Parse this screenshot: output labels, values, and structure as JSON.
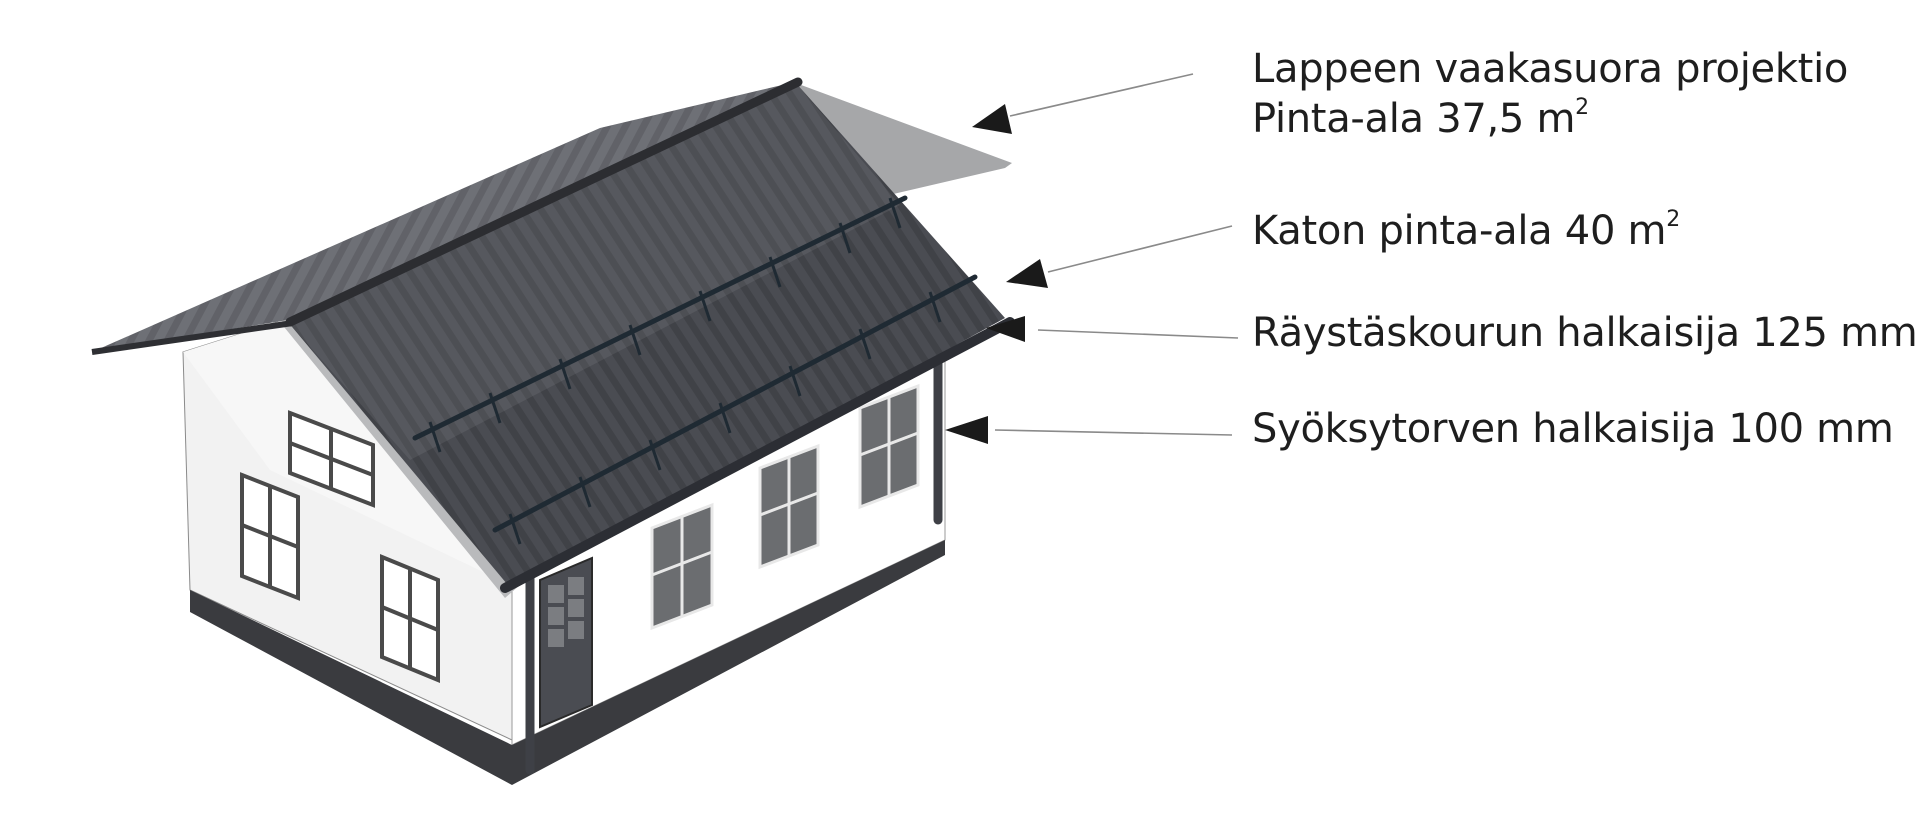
{
  "labels": {
    "projection": {
      "line1": "Lappeen vaakasuora projektio",
      "line2_text": "Pinta-ala 37,5 m",
      "line2_sup": "2"
    },
    "roof_area": {
      "text": "Katon pinta-ala 40 m",
      "sup": "2"
    },
    "gutter": {
      "text": "Räystäskourun halkaisija 125 mm"
    },
    "downpipe": {
      "text": "Syöksytorven halkaisija 100 mm"
    }
  },
  "colors": {
    "roof_dark": "#4a4c52",
    "roof_light": "#6e7076",
    "projection_gray": "#a6a7a9",
    "wall": "#ffffff",
    "wall_shade": "#f0f0f0",
    "plinth": "#3a3b3f",
    "window_glass": "#6b6d70",
    "snow_guard": "#1f2a33",
    "arrow": "#1a1a1a"
  }
}
